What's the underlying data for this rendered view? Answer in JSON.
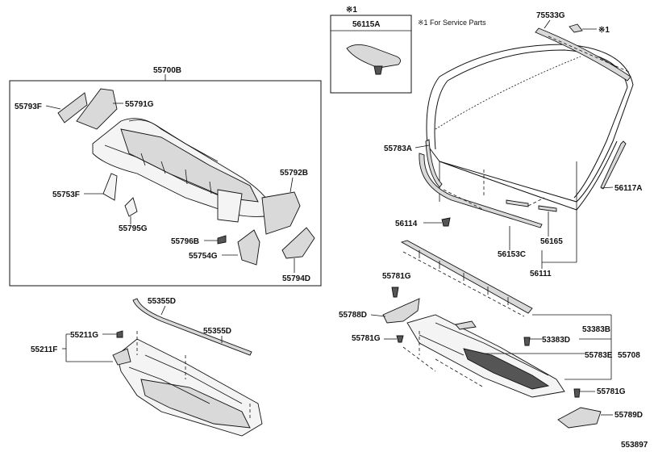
{
  "service_note": {
    "mark": "※1",
    "text": "※1 For Service Parts",
    "box_part": "56115A"
  },
  "labels": {
    "p75533G": "75533G",
    "mark_right": "※1",
    "p55700B": "55700B",
    "p55793F": "55793F",
    "p55791G": "55791G",
    "p55792B": "55792B",
    "p55753F": "55753F",
    "p55795G": "55795G",
    "p55796B": "55796B",
    "p55754G": "55754G",
    "p55794D": "55794D",
    "p55783A": "55783A",
    "p56117A": "56117A",
    "p56114": "56114",
    "p56165": "56165",
    "p56153C": "56153C",
    "p56111": "56111",
    "p55355D_a": "55355D",
    "p55355D_b": "55355D",
    "p55211G": "55211G",
    "p55211F": "55211F",
    "p55781G_a": "55781G",
    "p55788D": "55788D",
    "p55781G_b": "55781G",
    "p53383B": "53383B",
    "p53383D": "53383D",
    "p55783E": "55783E",
    "p55708": "55708",
    "p55781G_c": "55781G",
    "p55789D": "55789D",
    "drawing_number": "553897"
  }
}
